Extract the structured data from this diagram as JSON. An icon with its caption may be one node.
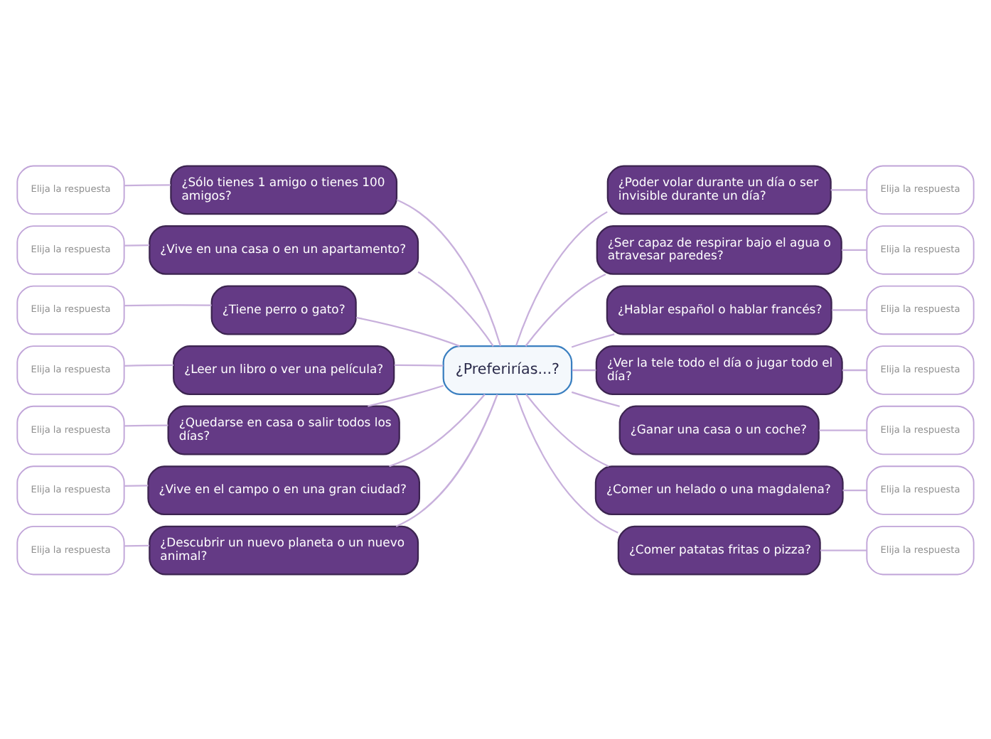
{
  "diagram": {
    "nodes": [
      {
        "text": [
          "¿Preferirías...?"
        ]
      },
      {
        "text": [
          "¿Sólo tienes 1 amigo o tienes 100 amigos?"
        ]
      },
      {
        "text": [
          "Elija la respuesta"
        ]
      },
      {
        "text": [
          "¿Vive en una casa o en un apartamento?"
        ]
      },
      {
        "text": [
          "Elija la respuesta"
        ]
      },
      {
        "text": [
          "¿Tiene perro o gato?"
        ]
      },
      {
        "text": [
          "Elija la respuesta"
        ]
      },
      {
        "text": [
          "¿Leer un libro o ver una película?"
        ]
      },
      {
        "text": [
          "Elija la respuesta"
        ]
      },
      {
        "text": [
          "¿Quedarse en casa o salir todos los días?"
        ]
      },
      {
        "text": [
          "Elija la respuesta"
        ]
      },
      {
        "text": [
          "¿Vive en el campo o en una gran ciudad?"
        ]
      },
      {
        "text": [
          "Elija la respuesta"
        ]
      },
      {
        "text": [
          "¿Descubrir un nuevo planeta o un nuevo animal?"
        ]
      },
      {
        "text": [
          "Elija la respuesta"
        ]
      },
      {
        "text": [
          "¿Poder volar durante un día o ser invisible durante un día?"
        ]
      },
      {
        "text": [
          "Elija la respuesta"
        ]
      },
      {
        "text": [
          "¿Ser capaz de respirar bajo el agua o atravesar paredes?"
        ]
      },
      {
        "text": [
          "Elija la respuesta"
        ]
      },
      {
        "text": [
          "¿Hablar español o hablar francés?"
        ]
      },
      {
        "text": [
          "Elija la respuesta"
        ]
      },
      {
        "text": [
          "¿Ver la tele todo el día o jugar todo el día?"
        ]
      },
      {
        "text": [
          "Elija la respuesta"
        ]
      },
      {
        "text": [
          "¿Ganar una casa o un coche?"
        ]
      },
      {
        "text": [
          "Elija la respuesta"
        ]
      },
      {
        "text": [
          "¿Comer un helado o una magdalena?"
        ]
      },
      {
        "text": [
          "Elija la respuesta"
        ]
      },
      {
        "text": [
          "¿Comer patatas fritas o pizza?"
        ]
      },
      {
        "text": [
          "Elija la respuesta"
        ]
      }
    ],
    "edges": [
      {
        "from": 0,
        "to": 1,
        "arrow": "none"
      },
      {
        "from": 1,
        "to": 2,
        "arrow": "none"
      },
      {
        "from": 0,
        "to": 3,
        "arrow": "none"
      },
      {
        "from": 3,
        "to": 4,
        "arrow": "none"
      },
      {
        "from": 0,
        "to": 5,
        "arrow": "none"
      },
      {
        "from": 5,
        "to": 6,
        "arrow": "none"
      },
      {
        "from": 0,
        "to": 7,
        "arrow": "none"
      },
      {
        "from": 7,
        "to": 8,
        "arrow": "none"
      },
      {
        "from": 0,
        "to": 9,
        "arrow": "none"
      },
      {
        "from": 9,
        "to": 10,
        "arrow": "none"
      },
      {
        "from": 0,
        "to": 11,
        "arrow": "none"
      },
      {
        "from": 11,
        "to": 12,
        "arrow": "none"
      },
      {
        "from": 0,
        "to": 13,
        "arrow": "none"
      },
      {
        "from": 13,
        "to": 14,
        "arrow": "none"
      },
      {
        "from": 0,
        "to": 15,
        "arrow": "none"
      },
      {
        "from": 15,
        "to": 16,
        "arrow": "none"
      },
      {
        "from": 0,
        "to": 17,
        "arrow": "none"
      },
      {
        "from": 17,
        "to": 18,
        "arrow": "none"
      },
      {
        "from": 0,
        "to": 19,
        "arrow": "none"
      },
      {
        "from": 19,
        "to": 20,
        "arrow": "none"
      },
      {
        "from": 0,
        "to": 21,
        "arrow": "none"
      },
      {
        "from": 21,
        "to": 22,
        "arrow": "none"
      },
      {
        "from": 0,
        "to": 23,
        "arrow": "none"
      },
      {
        "from": 23,
        "to": 24,
        "arrow": "none"
      },
      {
        "from": 0,
        "to": 25,
        "arrow": "none"
      },
      {
        "from": 25,
        "to": 26,
        "arrow": "none"
      },
      {
        "from": 0,
        "to": 27,
        "arrow": "none"
      },
      {
        "from": 27,
        "to": 28,
        "arrow": "none"
      }
    ]
  }
}
